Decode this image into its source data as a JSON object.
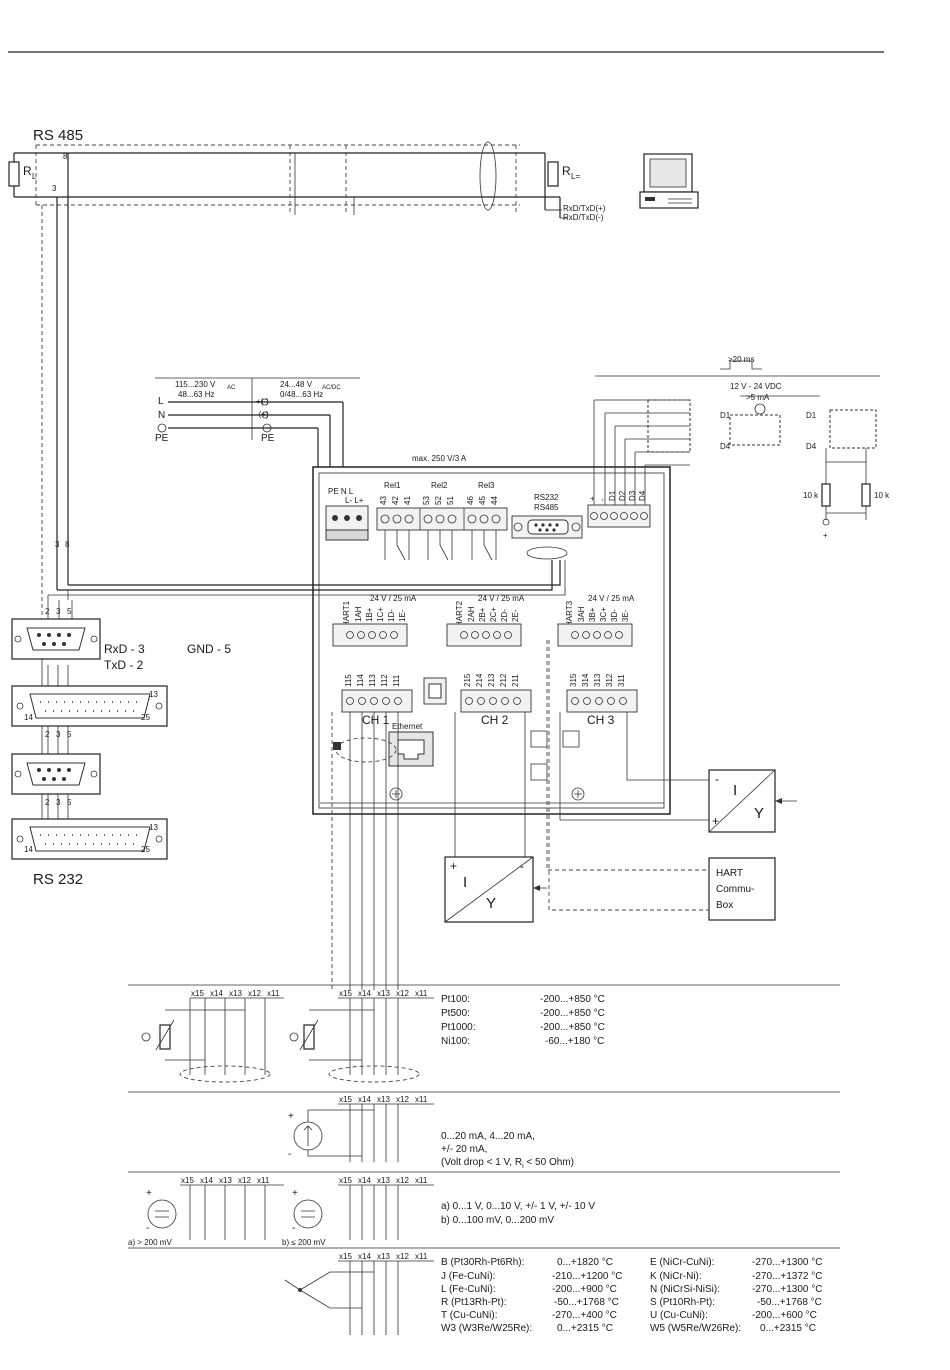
{
  "rs485": {
    "title": "RS 485",
    "rl_left": "R",
    "rl_left_sub": "L",
    "rl_right": "R",
    "rl_right_sub": "L=",
    "rxd_plus": "RxD/TxD(+)",
    "rxd_minus": "RxD/TxD(-)",
    "pin8_a": "8",
    "pin8_b": "8",
    "pin3": "3"
  },
  "power": {
    "ac_range": "115...230 V",
    "ac_sub": "AC",
    "ac_freq": "48...63 Hz",
    "dc_range": "24...48 V",
    "dc_sub": "AC/DC",
    "dc_freq": "0/48...63 Hz",
    "l": "L",
    "n": "N",
    "pe": "PE",
    "pe2": "PE",
    "plus": "+(-)",
    "minus": "-(+)",
    "max": "max. 250 V/3 A"
  },
  "device": {
    "pe_n_l": "PE N  L",
    "l_minus_plus": "L-  L+",
    "rel1": "Rel1",
    "rel2": "Rel2",
    "rel3": "Rel3",
    "rel1_pins": [
      "43",
      "42",
      "41"
    ],
    "rel2_pins": [
      "53",
      "52",
      "51"
    ],
    "rel3_pins": [
      "46",
      "45",
      "44"
    ],
    "rs232": "RS232",
    "rs485": "RS485",
    "di_pins": [
      "+",
      "-",
      "D1",
      "D2",
      "D3",
      "D4"
    ],
    "hart1": "HART1",
    "hart2": "HART2",
    "hart3": "HART3",
    "supply1": "24 V / 25 mA",
    "supply2": "24 V / 25 mA",
    "supply3": "24 V / 25 mA",
    "h1_pins": [
      "1AH",
      "1B+",
      "1C+",
      "1D-",
      "1E-"
    ],
    "h2_pins": [
      "2AH",
      "2B+",
      "2C+",
      "2D-",
      "2E-"
    ],
    "h3_pins": [
      "3AH",
      "3B+",
      "3C+",
      "3D-",
      "3E-"
    ],
    "ch1_pins": [
      "115",
      "114",
      "113",
      "112",
      "111"
    ],
    "ch2_pins": [
      "215",
      "214",
      "213",
      "212",
      "211"
    ],
    "ch3_pins": [
      "315",
      "314",
      "313",
      "312",
      "311"
    ],
    "ch1": "CH 1",
    "ch2": "CH 2",
    "ch3": "CH 3",
    "ethernet": "Ethernet"
  },
  "digital_inputs": {
    "pulse": ">20 ms",
    "supply": "12 V - 24 VDC",
    "current": ">5 mA",
    "d1": "D1",
    "d4": "D4",
    "d1b": "D1",
    "d4b": "D4",
    "r1": "10 k",
    "r2": "10 k",
    "plus": "+"
  },
  "connectors": {
    "rxd": "RxD - 3",
    "txd": "TxD - 2",
    "gnd": "GND - 5",
    "rs232": "RS 232",
    "db9_top": [
      "2",
      "3",
      "5"
    ],
    "db25": [
      "13",
      "14",
      "25"
    ]
  },
  "converters": {
    "i": "I",
    "y": "Y",
    "plus": "+",
    "minus": "-",
    "hart_box": [
      "HART",
      "Commu-",
      "Box"
    ]
  },
  "terminals": [
    "x15",
    "x14",
    "x13",
    "x12",
    "x11"
  ],
  "rtd": {
    "rows": [
      {
        "name": "Pt100:",
        "range": "-200...+850 °C"
      },
      {
        "name": "Pt500:",
        "range": "-200...+850 °C"
      },
      {
        "name": "Pt1000:",
        "range": "-200...+850 °C"
      },
      {
        "name": "Ni100:",
        "range": "-60...+180 °C"
      }
    ]
  },
  "current": {
    "line1": "0...20 mA, 4...20 mA,",
    "line2": "+/- 20 mA,",
    "line3": "(Volt drop < 1 V, R",
    "line3_sub": "i",
    "line3_end": " < 50 Ohm)",
    "plus": "+",
    "minus": "-"
  },
  "voltage": {
    "line1": "a) 0...1 V, 0...10 V, +/- 1 V, +/- 10 V",
    "line2": "b) 0...100 mV, 0...200 mV",
    "note_a": "a) > 200 mV",
    "note_b": "b) ≤ 200 mV"
  },
  "thermocouple": {
    "left": [
      {
        "name": "B (Pt30Rh-Pt6Rh):",
        "range": "0...+1820 °C"
      },
      {
        "name": "J (Fe-CuNi):",
        "range": "-210...+1200 °C"
      },
      {
        "name": "L (Fe-CuNi):",
        "range": "-200...+900 °C"
      },
      {
        "name": "R (Pt13Rh-Pt):",
        "range": "-50...+1768 °C"
      },
      {
        "name": "T (Cu-CuNi):",
        "range": "-270...+400 °C"
      },
      {
        "name": "W3 (W3Re/W25Re):",
        "range": "0...+2315 °C"
      }
    ],
    "right": [
      {
        "name": "E (NiCr-CuNi):",
        "range": "-270...+1300 °C"
      },
      {
        "name": "K (NiCr-Ni):",
        "range": "-270...+1372 °C"
      },
      {
        "name": "N (NiCrSi-NiSi):",
        "range": "-270...+1300 °C"
      },
      {
        "name": "S (Pt10Rh-Pt):",
        "range": "-50...+1768 °C"
      },
      {
        "name": "U (Cu-CuNi):",
        "range": "-200...+600 °C"
      },
      {
        "name": "W5 (W5Re/W26Re):",
        "range": "0...+2315 °C"
      }
    ]
  }
}
